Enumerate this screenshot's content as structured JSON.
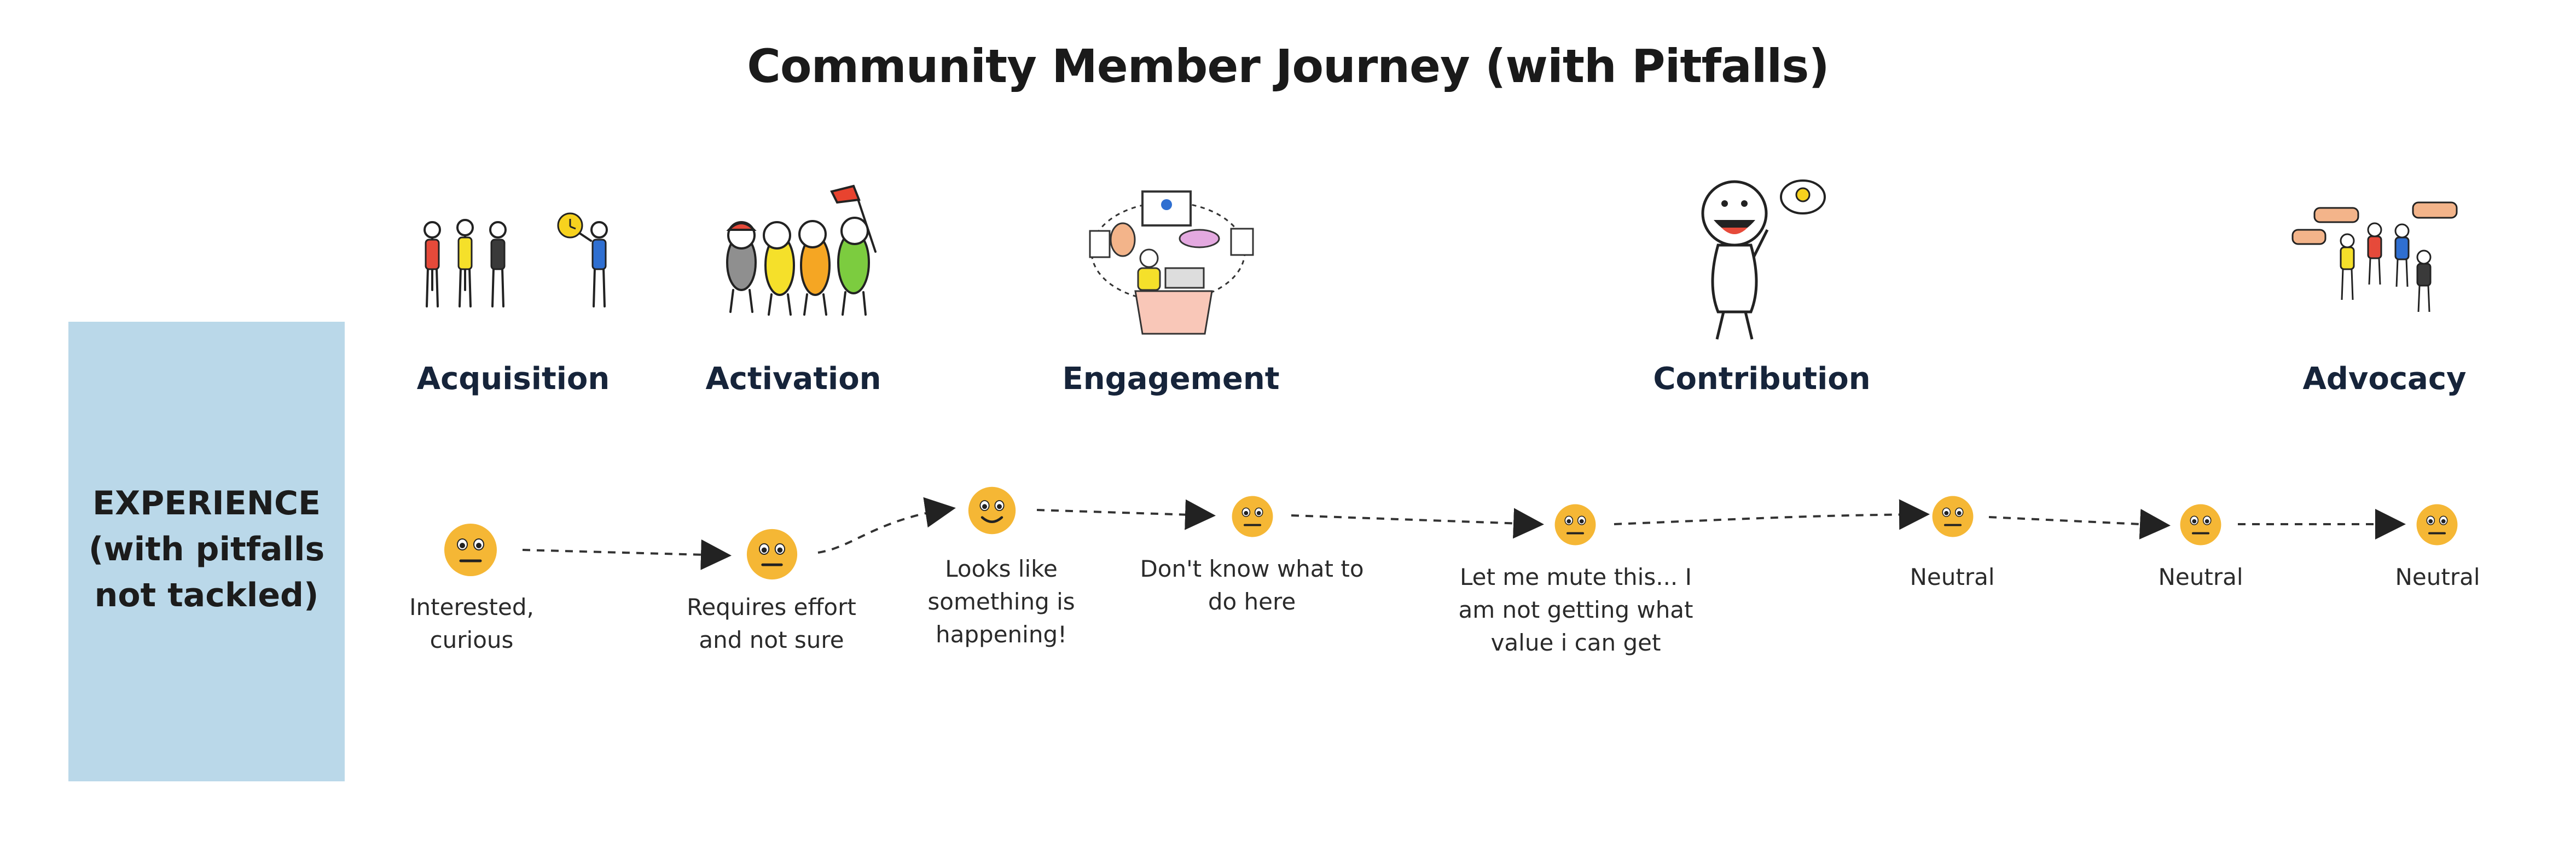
{
  "title": "Community Member Journey (with Pitfalls)",
  "row_label": "EXPERIENCE\n(with pitfalls\nnot tackled)",
  "stages": [
    {
      "label": "Acquisition"
    },
    {
      "label": "Activation"
    },
    {
      "label": "Engagement"
    },
    {
      "label": "Contribution"
    },
    {
      "label": "Advocacy"
    }
  ],
  "experience": [
    {
      "caption": "Interested,\ncurious"
    },
    {
      "caption": "Requires effort\nand not sure"
    },
    {
      "caption": "Looks like\nsomething is\nhappening!"
    },
    {
      "caption": "Don't know what to\ndo here"
    },
    {
      "caption": "Let me mute this... I\nam not getting what\nvalue i can get"
    },
    {
      "caption": "Neutral"
    },
    {
      "caption": "Neutral"
    },
    {
      "caption": "Neutral"
    }
  ],
  "colors": {
    "face": "#f5b735",
    "face_shade": "#e9a024",
    "row_box": "#bad8e9",
    "stage_text": "#16243a"
  },
  "icons": [
    "acquisition-illustration",
    "activation-illustration",
    "engagement-illustration",
    "contribution-illustration",
    "advocacy-illustration"
  ]
}
